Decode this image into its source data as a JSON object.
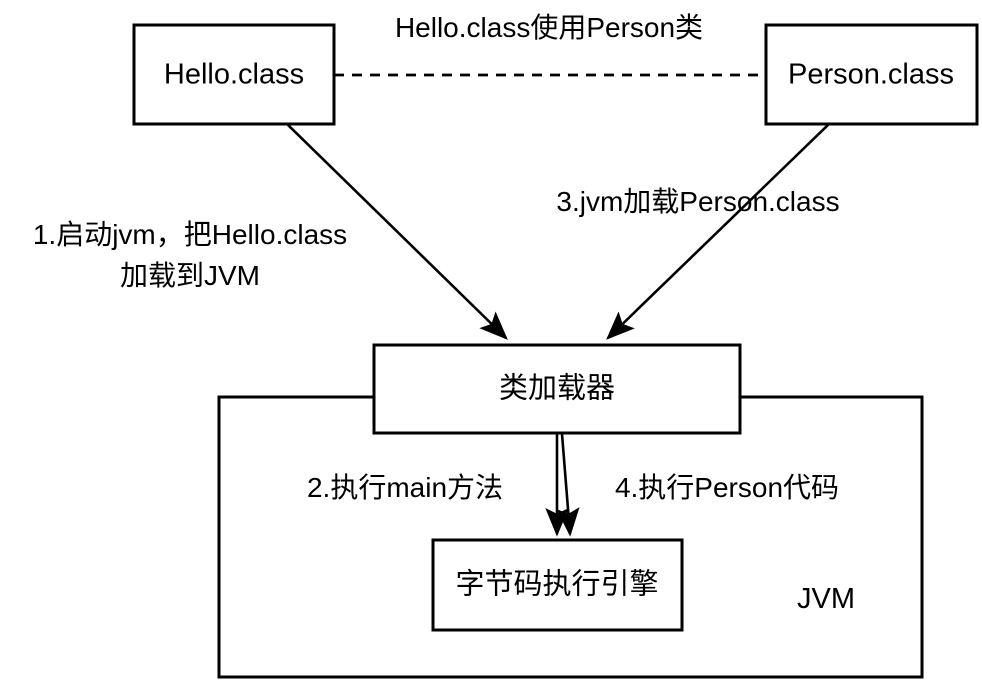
{
  "diagram": {
    "title": "JVM class loading flow",
    "colors": {
      "stroke": "#000000",
      "background": "#ffffff",
      "text": "#000000"
    },
    "nodes": {
      "hello_class": {
        "label": "Hello.class"
      },
      "person_class": {
        "label": "Person.class"
      },
      "class_loader": {
        "label": "类加载器"
      },
      "execution_engine": {
        "label": "字节码执行引擎"
      },
      "jvm_container": {
        "label": "JVM"
      }
    },
    "edges": {
      "uses": {
        "label": "Hello.class使用Person类",
        "style": "dashed",
        "arrow": "none"
      },
      "start_jvm": {
        "label_line1": "1.启动jvm，把Hello.class",
        "label_line2": "加载到JVM",
        "style": "solid",
        "arrow": "end"
      },
      "load_person": {
        "label": "3.jvm加载Person.class",
        "style": "solid",
        "arrow": "end"
      },
      "run_main": {
        "label": "2.执行main方法",
        "style": "solid",
        "arrow": "end"
      },
      "run_person": {
        "label": "4.执行Person代码",
        "style": "solid",
        "arrow": "end"
      }
    }
  }
}
